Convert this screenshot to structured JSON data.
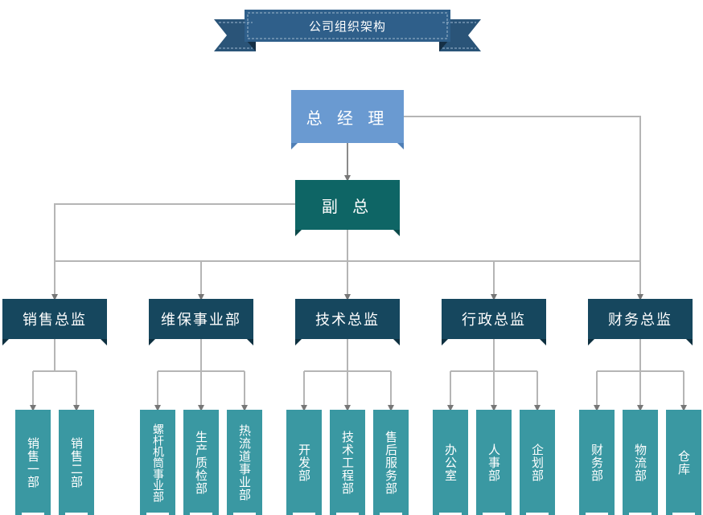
{
  "title": "公司组织架构",
  "general_manager": "总 经 理",
  "vice_president": "副 总",
  "departments": [
    {
      "label": "销售总监",
      "units": [
        "销售一部",
        "销售二部"
      ]
    },
    {
      "label": "维保事业部",
      "units": [
        "螺杆机筒事业部",
        "生产质检部",
        "热流道事业部"
      ]
    },
    {
      "label": "技术总监",
      "units": [
        "开发部",
        "技术工程部",
        "售后服务部"
      ]
    },
    {
      "label": "行政总监",
      "units": [
        "办公室",
        "人事部",
        "企划部"
      ]
    },
    {
      "label": "财务总监",
      "units": [
        "财务部",
        "物流部",
        "仓库"
      ]
    }
  ],
  "colors": {
    "title_banner": "#2f5f8a",
    "general_manager": "#6a9ad1",
    "vice_president": "#0e6565",
    "department": "#16475e",
    "unit": "#3a98a2",
    "connector": "#b5b5b5"
  }
}
